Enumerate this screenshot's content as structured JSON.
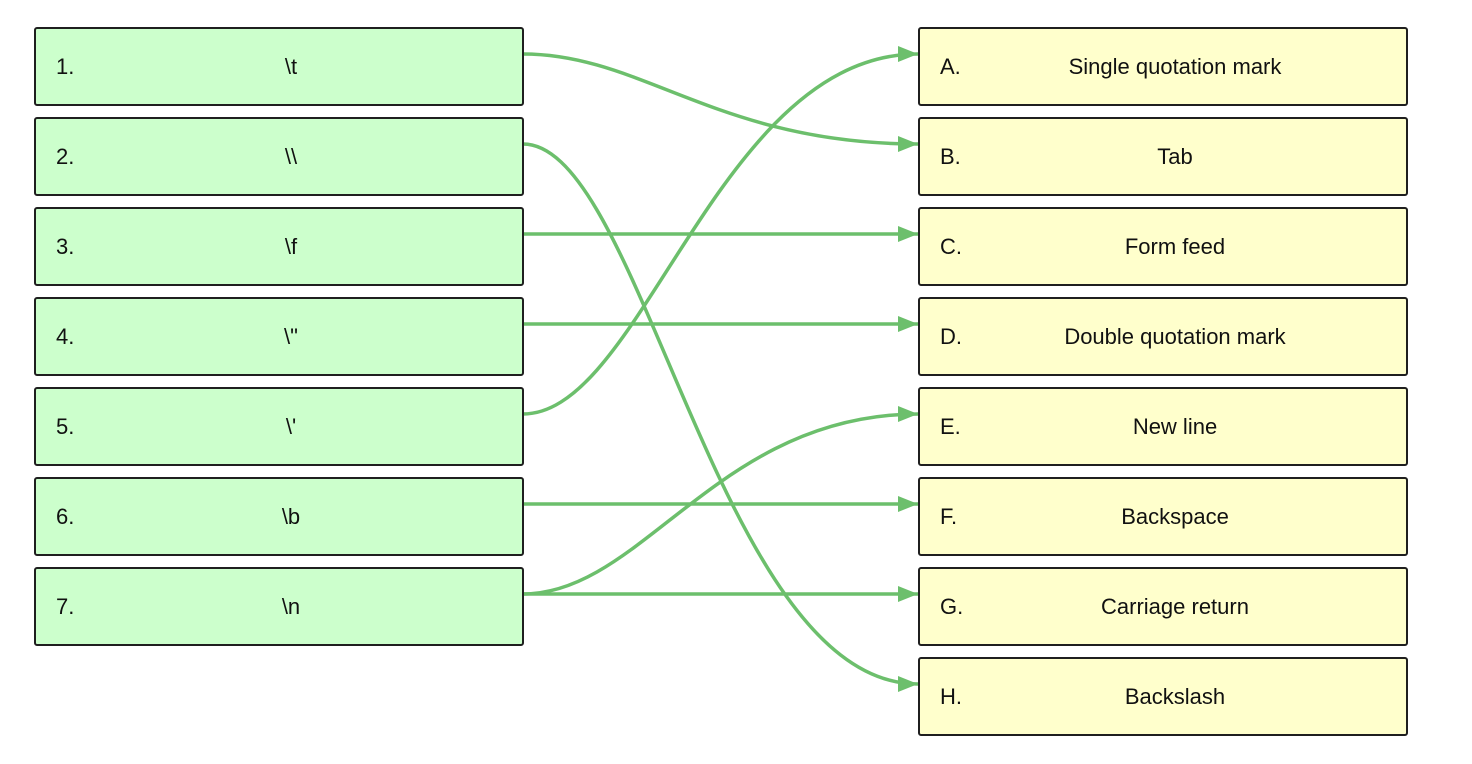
{
  "colors": {
    "left_fill": "#ccffcc",
    "right_fill": "#ffffcc",
    "connector": "#6cbf6c"
  },
  "left_items": [
    {
      "index": "1.",
      "text": "\\t"
    },
    {
      "index": "2.",
      "text": "\\\\"
    },
    {
      "index": "3.",
      "text": "\\f"
    },
    {
      "index": "4.",
      "text": "\\\""
    },
    {
      "index": "5.",
      "text": "\\'"
    },
    {
      "index": "6.",
      "text": "\\b"
    },
    {
      "index": "7.",
      "text": "\\n"
    }
  ],
  "right_items": [
    {
      "index": "A.",
      "text": "Single quotation mark"
    },
    {
      "index": "B.",
      "text": "Tab"
    },
    {
      "index": "C.",
      "text": "Form feed"
    },
    {
      "index": "D.",
      "text": "Double quotation mark"
    },
    {
      "index": "E.",
      "text": "New line"
    },
    {
      "index": "F.",
      "text": "Backspace"
    },
    {
      "index": "G.",
      "text": "Carriage return"
    },
    {
      "index": "H.",
      "text": "Backslash"
    }
  ],
  "connections": [
    {
      "from": "1.",
      "to": "B."
    },
    {
      "from": "2.",
      "to": "H."
    },
    {
      "from": "3.",
      "to": "C."
    },
    {
      "from": "4.",
      "to": "D."
    },
    {
      "from": "5.",
      "to": "A."
    },
    {
      "from": "6.",
      "to": "F."
    },
    {
      "from": "7.",
      "to": "E."
    },
    {
      "from": "7.",
      "to": "G."
    }
  ]
}
